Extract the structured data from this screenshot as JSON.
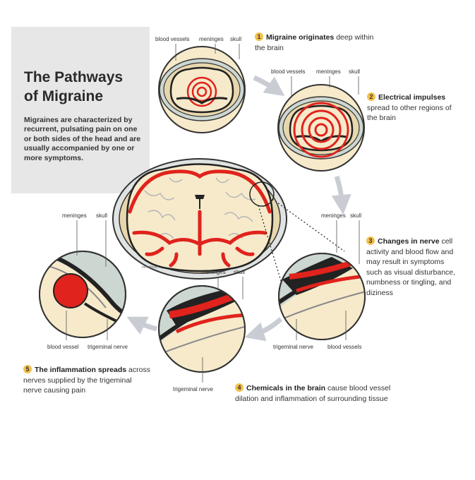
{
  "title": {
    "line1": "The Pathways",
    "line2": "of Migraine"
  },
  "intro": "Migraines are characterized by recurrent, pulsating pain on one or both sides of the head and are usually accompanied by one or more symptoms.",
  "labels": {
    "blood_vessels": "blood vessels",
    "blood_vessel": "blood vessel",
    "meninges": "meninges",
    "skull": "skull",
    "trigeminal_nerve": "trigeminal nerve"
  },
  "steps": [
    {
      "number": "1",
      "bold": "Migraine originates",
      "rest": " deep within the brain"
    },
    {
      "number": "2",
      "bold": "Electrical impulses",
      "rest": " spread to other regions of the brain"
    },
    {
      "number": "3",
      "bold": "Changes in nerve",
      "rest": " cell activity and blood flow and may result in symptoms such as visual disturbance, numbness or tingling, and diziness"
    },
    {
      "number": "4",
      "bold": "Chemicals in the brain",
      "rest": " cause blood vessel dilation and inflammation of surrounding tissue"
    },
    {
      "number": "5",
      "bold": "The inflammation spreads",
      "rest": " across nerves supplied by the trigeminal nerve causing pain"
    }
  ],
  "credit": "mHuffman",
  "colors": {
    "accent": "#e0231c",
    "bone": "#f6eacb",
    "skull": "#e8d7ad",
    "skin": "#cdd7d2",
    "panel": "#e7e7e8",
    "badge": "#f3c04a"
  }
}
